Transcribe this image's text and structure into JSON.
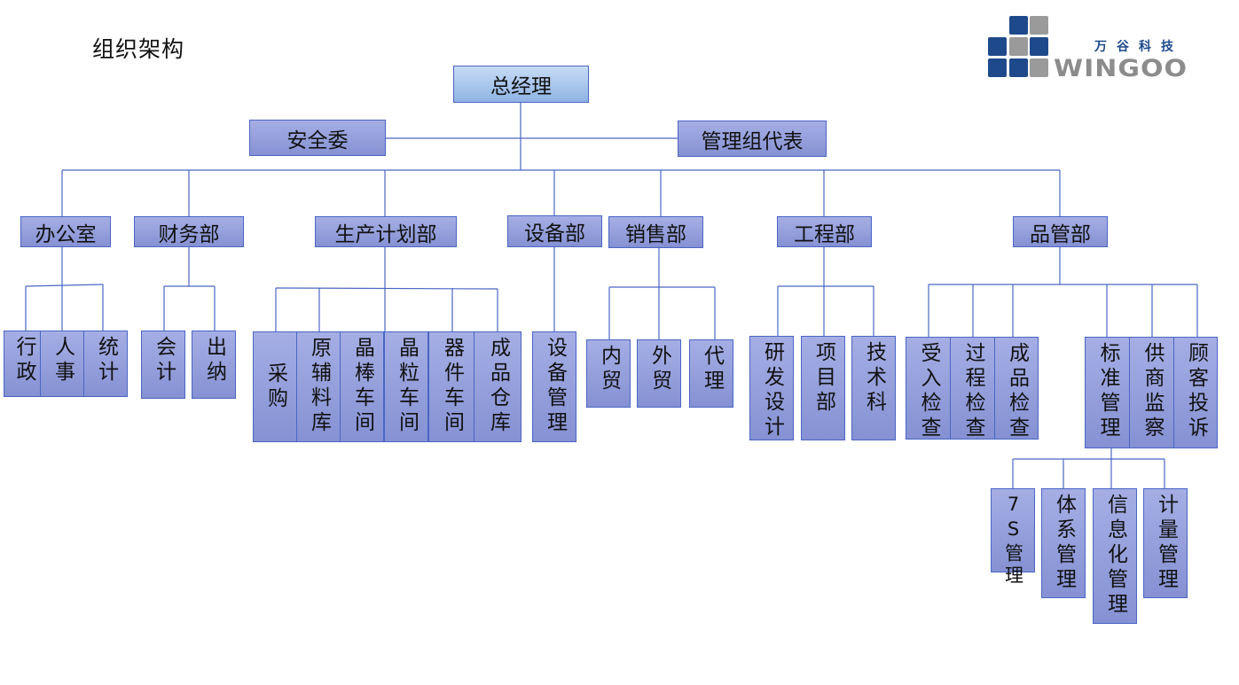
{
  "page": {
    "title": "组织架构"
  },
  "logo": {
    "cn": "万谷科技",
    "en": "WINGOO",
    "colors": {
      "blue": "#1e4a8c",
      "gray": "#9a9a9a"
    }
  },
  "colors": {
    "node_fill": "#8f9ad8",
    "node_border": "#4a66c4",
    "line": "#4a66c4",
    "root_fill": "#a8c6ee"
  },
  "org": {
    "root": "总经理",
    "side_left": "安全委",
    "side_right": "管理组代表",
    "departments": [
      {
        "name": "办公室",
        "children": [
          "行政",
          "人事",
          "统计"
        ]
      },
      {
        "name": "财务部",
        "children": [
          "会计",
          "出纳"
        ]
      },
      {
        "name": "生产计划部",
        "children": [
          "采购",
          "原辅料库",
          "晶棒车间",
          "晶粒车间",
          "器件车间",
          "成品仓库"
        ]
      },
      {
        "name": "设备部",
        "children": [
          "设备管理"
        ]
      },
      {
        "name": "销售部",
        "children": [
          "内贸",
          "外贸",
          "代理"
        ]
      },
      {
        "name": "工程部",
        "children": [
          "研发设计",
          "项目部",
          "技术科"
        ]
      },
      {
        "name": "品管部",
        "children": [
          "受入检查",
          "过程检查",
          "成品检查",
          "标准管理",
          "供商监察",
          "顾客投诉"
        ]
      }
    ],
    "standards_children": [
      "7S管理",
      "体系管理",
      "信息化管理",
      "计量管理"
    ]
  }
}
